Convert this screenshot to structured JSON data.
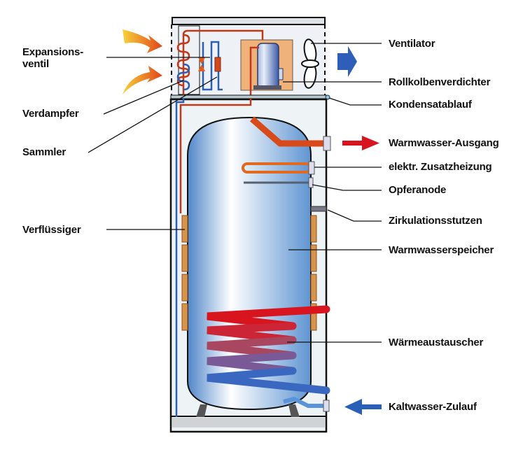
{
  "diagram": {
    "title": "Warmwasser-Wärmepumpe",
    "labels": {
      "expansionsventil": "Expansions-\nventil",
      "verdampfer": "Verdampfer",
      "sammler": "Sammler",
      "verfluessiger": "Verflüssiger",
      "ventilator": "Ventilator",
      "rollkolbenverdichter": "Rollkolbenverdichter",
      "kondensatablauf": "Kondensatablauf",
      "warmwasser_ausgang": "Warmwasser-Ausgang",
      "zusatzheizung": "elektr. Zusatzheizung",
      "opferanode": "Opferanode",
      "zirkulationsstutzen": "Zirkulationsstutzen",
      "warmwasserspeicher": "Warmwasserspeicher",
      "waermeaustauscher": "Wärmeaustauscher",
      "kaltwasser_zulauf": "Kaltwasser-Zulauf"
    },
    "colors": {
      "hot": "#d8151f",
      "cold": "#2a5fb8",
      "copper": "#d77a36",
      "tank_light": "#e9f1fa",
      "tank_dark": "#5f95d2",
      "compressor_box": "#efb27a",
      "air_in": "#f0a020",
      "air_out": "#2f5eb8"
    }
  }
}
